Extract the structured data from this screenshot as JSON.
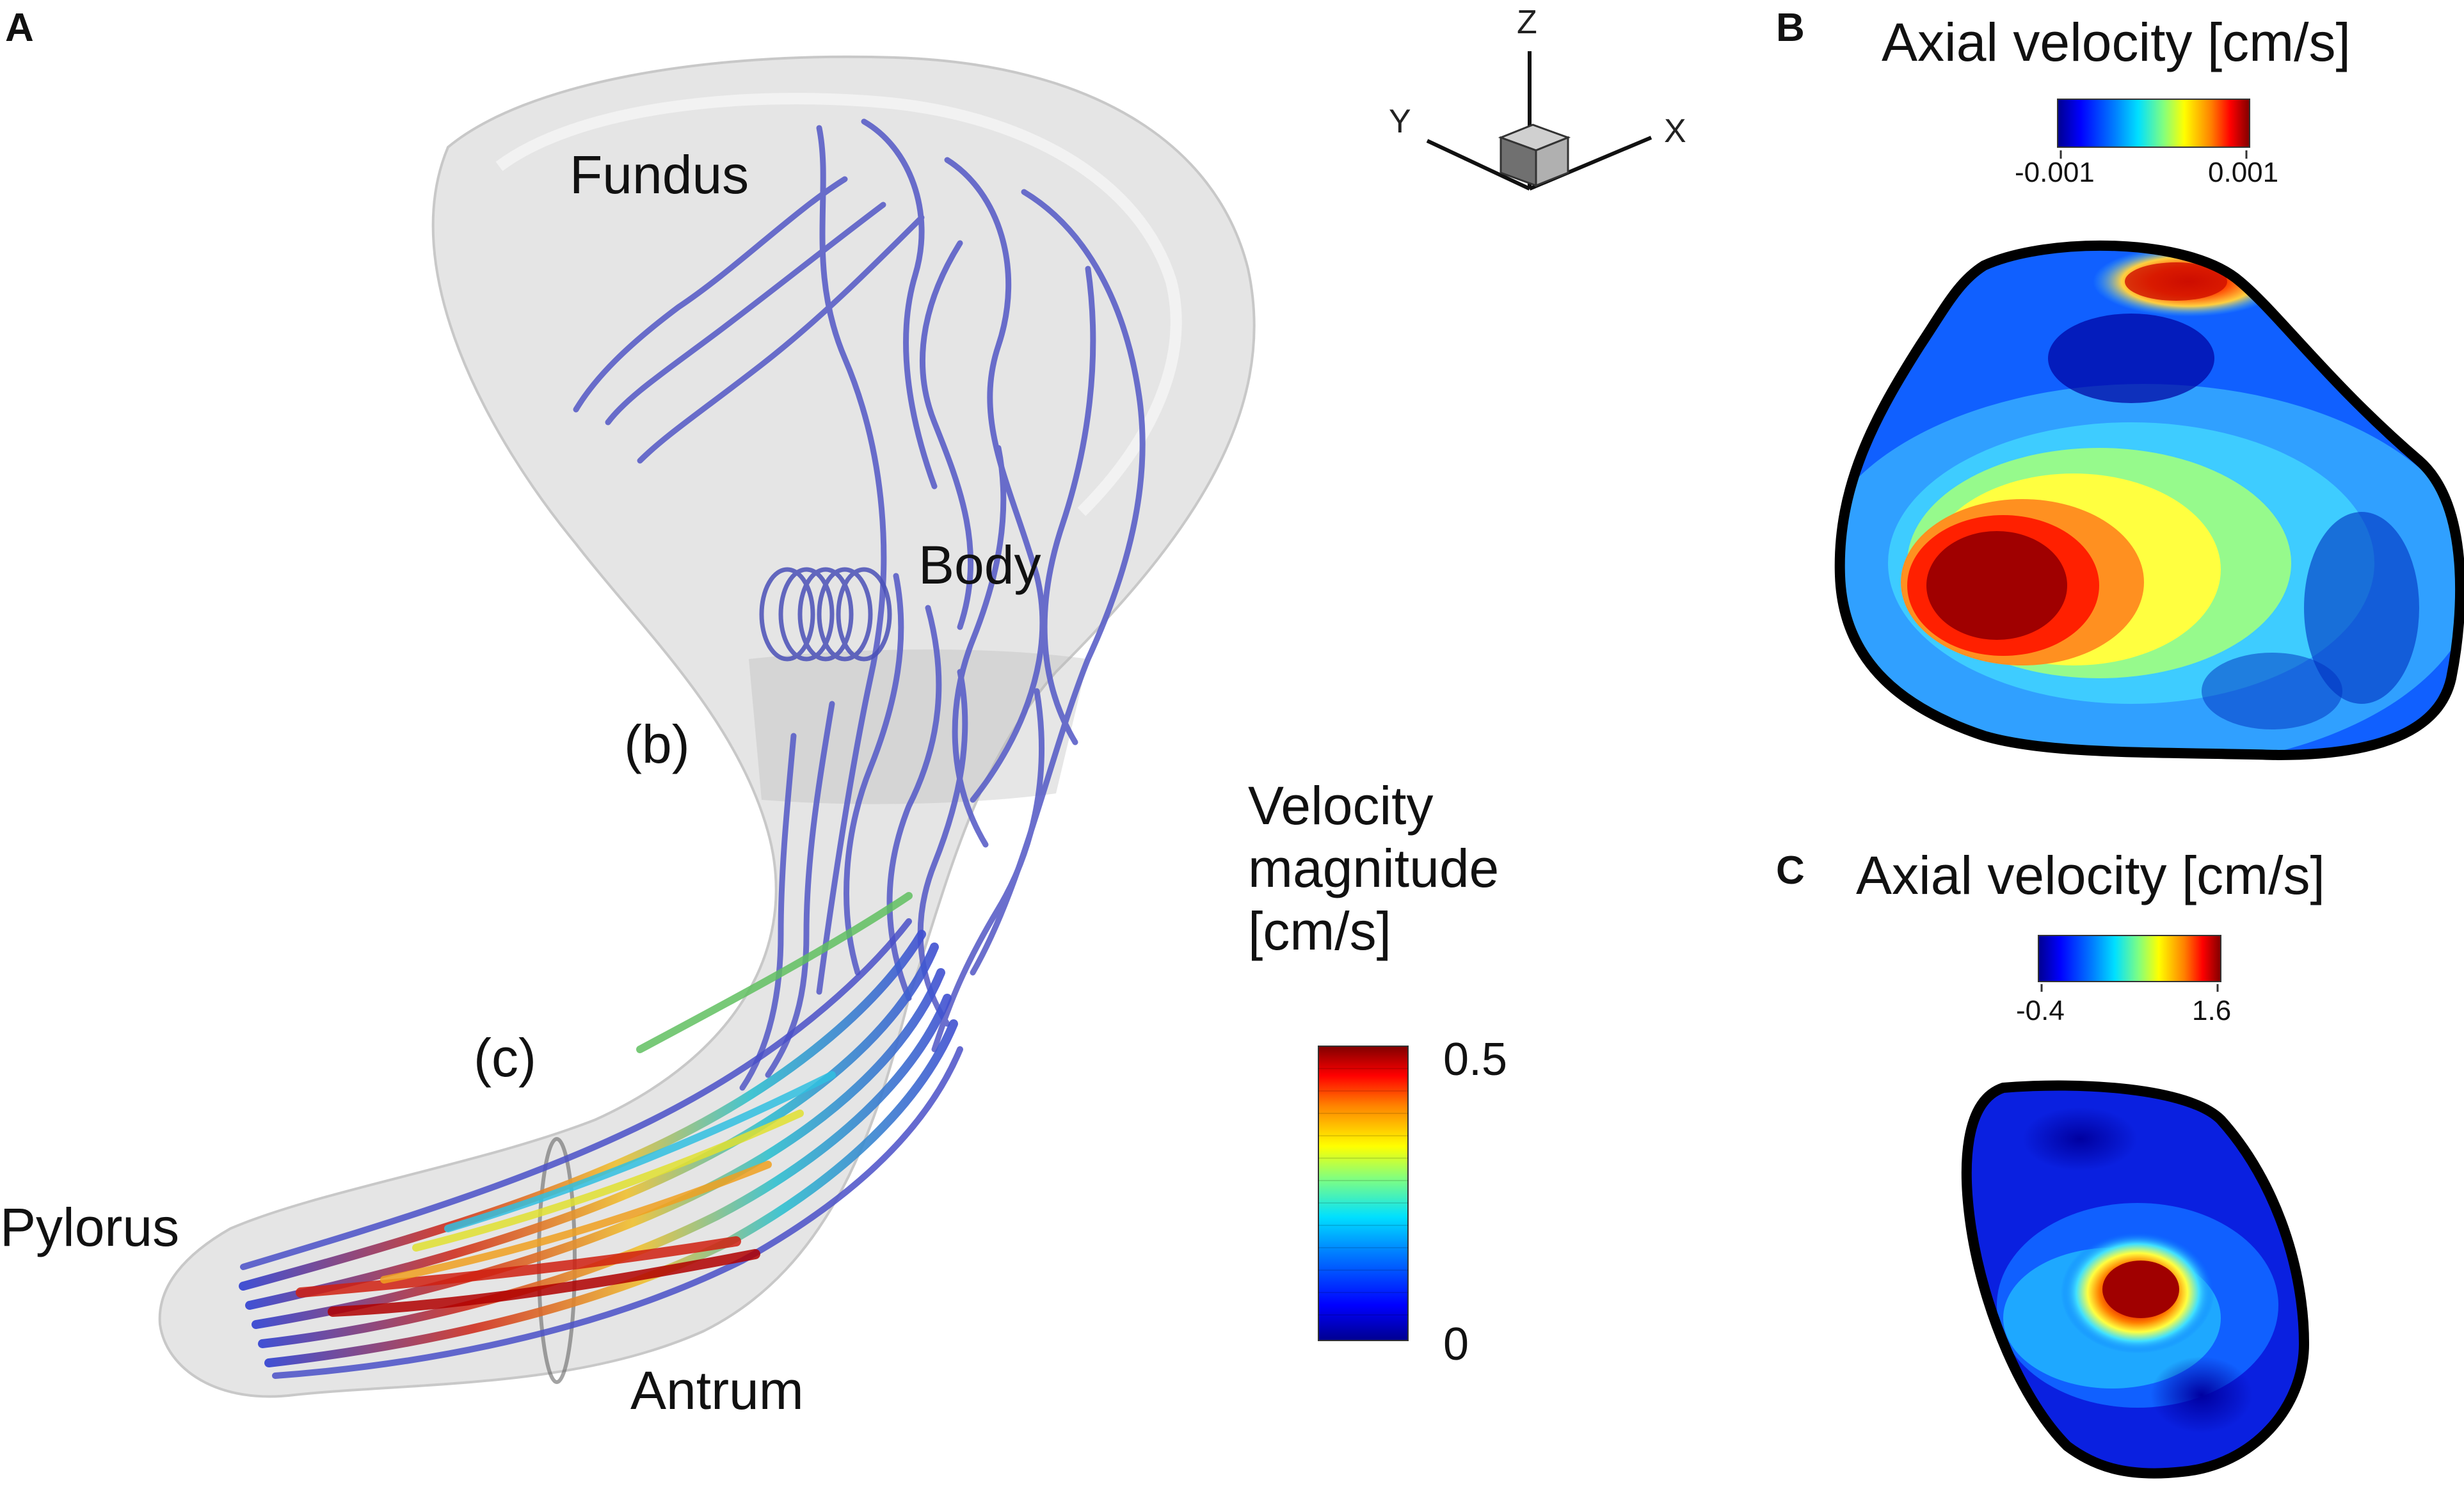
{
  "panels": {
    "A": {
      "letter": "A",
      "region_labels": {
        "fundus": "Fundus",
        "body": "Body",
        "antrum": "Antrum",
        "pylorus": "Pylorus",
        "section_b": "(b)",
        "section_c": "(c)"
      },
      "axes": {
        "z": "Z",
        "y": "Y",
        "x": "X"
      },
      "colorbar": {
        "title_line1": "Velocity",
        "title_line2": "magnitude",
        "title_line3": "[cm/s]",
        "max": "0.5",
        "min": "0"
      }
    },
    "B": {
      "letter": "B",
      "title": "Axial velocity [cm/s]",
      "colorbar_min": "-0.001",
      "colorbar_max": "0.001"
    },
    "C": {
      "letter": "C",
      "title": "Axial velocity [cm/s]",
      "colorbar_min": "-0.4",
      "colorbar_max": "1.6"
    }
  },
  "colors": {
    "jet_low": "#00008f",
    "jet_high": "#800000",
    "streamline": "#5a5fc8",
    "stomach_shell": "#d9d9d9",
    "outline": "#000000"
  }
}
